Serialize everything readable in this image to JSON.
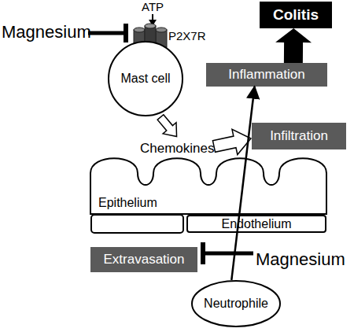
{
  "diagram": {
    "nodes": [
      {
        "text": [
          "Colitis"
        ]
      },
      {
        "text": [
          "Mast cell"
        ]
      },
      {
        "text": [
          "Inflammation"
        ]
      },
      {
        "text": [
          "Infiltration"
        ]
      },
      {
        "text": [
          "Epithelium"
        ]
      },
      {
        "text": [
          "Endothelium"
        ]
      },
      {
        "text": [
          "Extravasation"
        ]
      },
      {
        "text": [
          "Neutrophile"
        ]
      }
    ],
    "edges": [
      {
        "from": 2,
        "to": 0,
        "arrow": "to"
      },
      {
        "from": 7,
        "to": 2,
        "arrow": "to"
      }
    ],
    "labels": [
      "Magnesium",
      "ATP",
      "P2X7R",
      "Chemokines",
      "Magnesium"
    ]
  }
}
